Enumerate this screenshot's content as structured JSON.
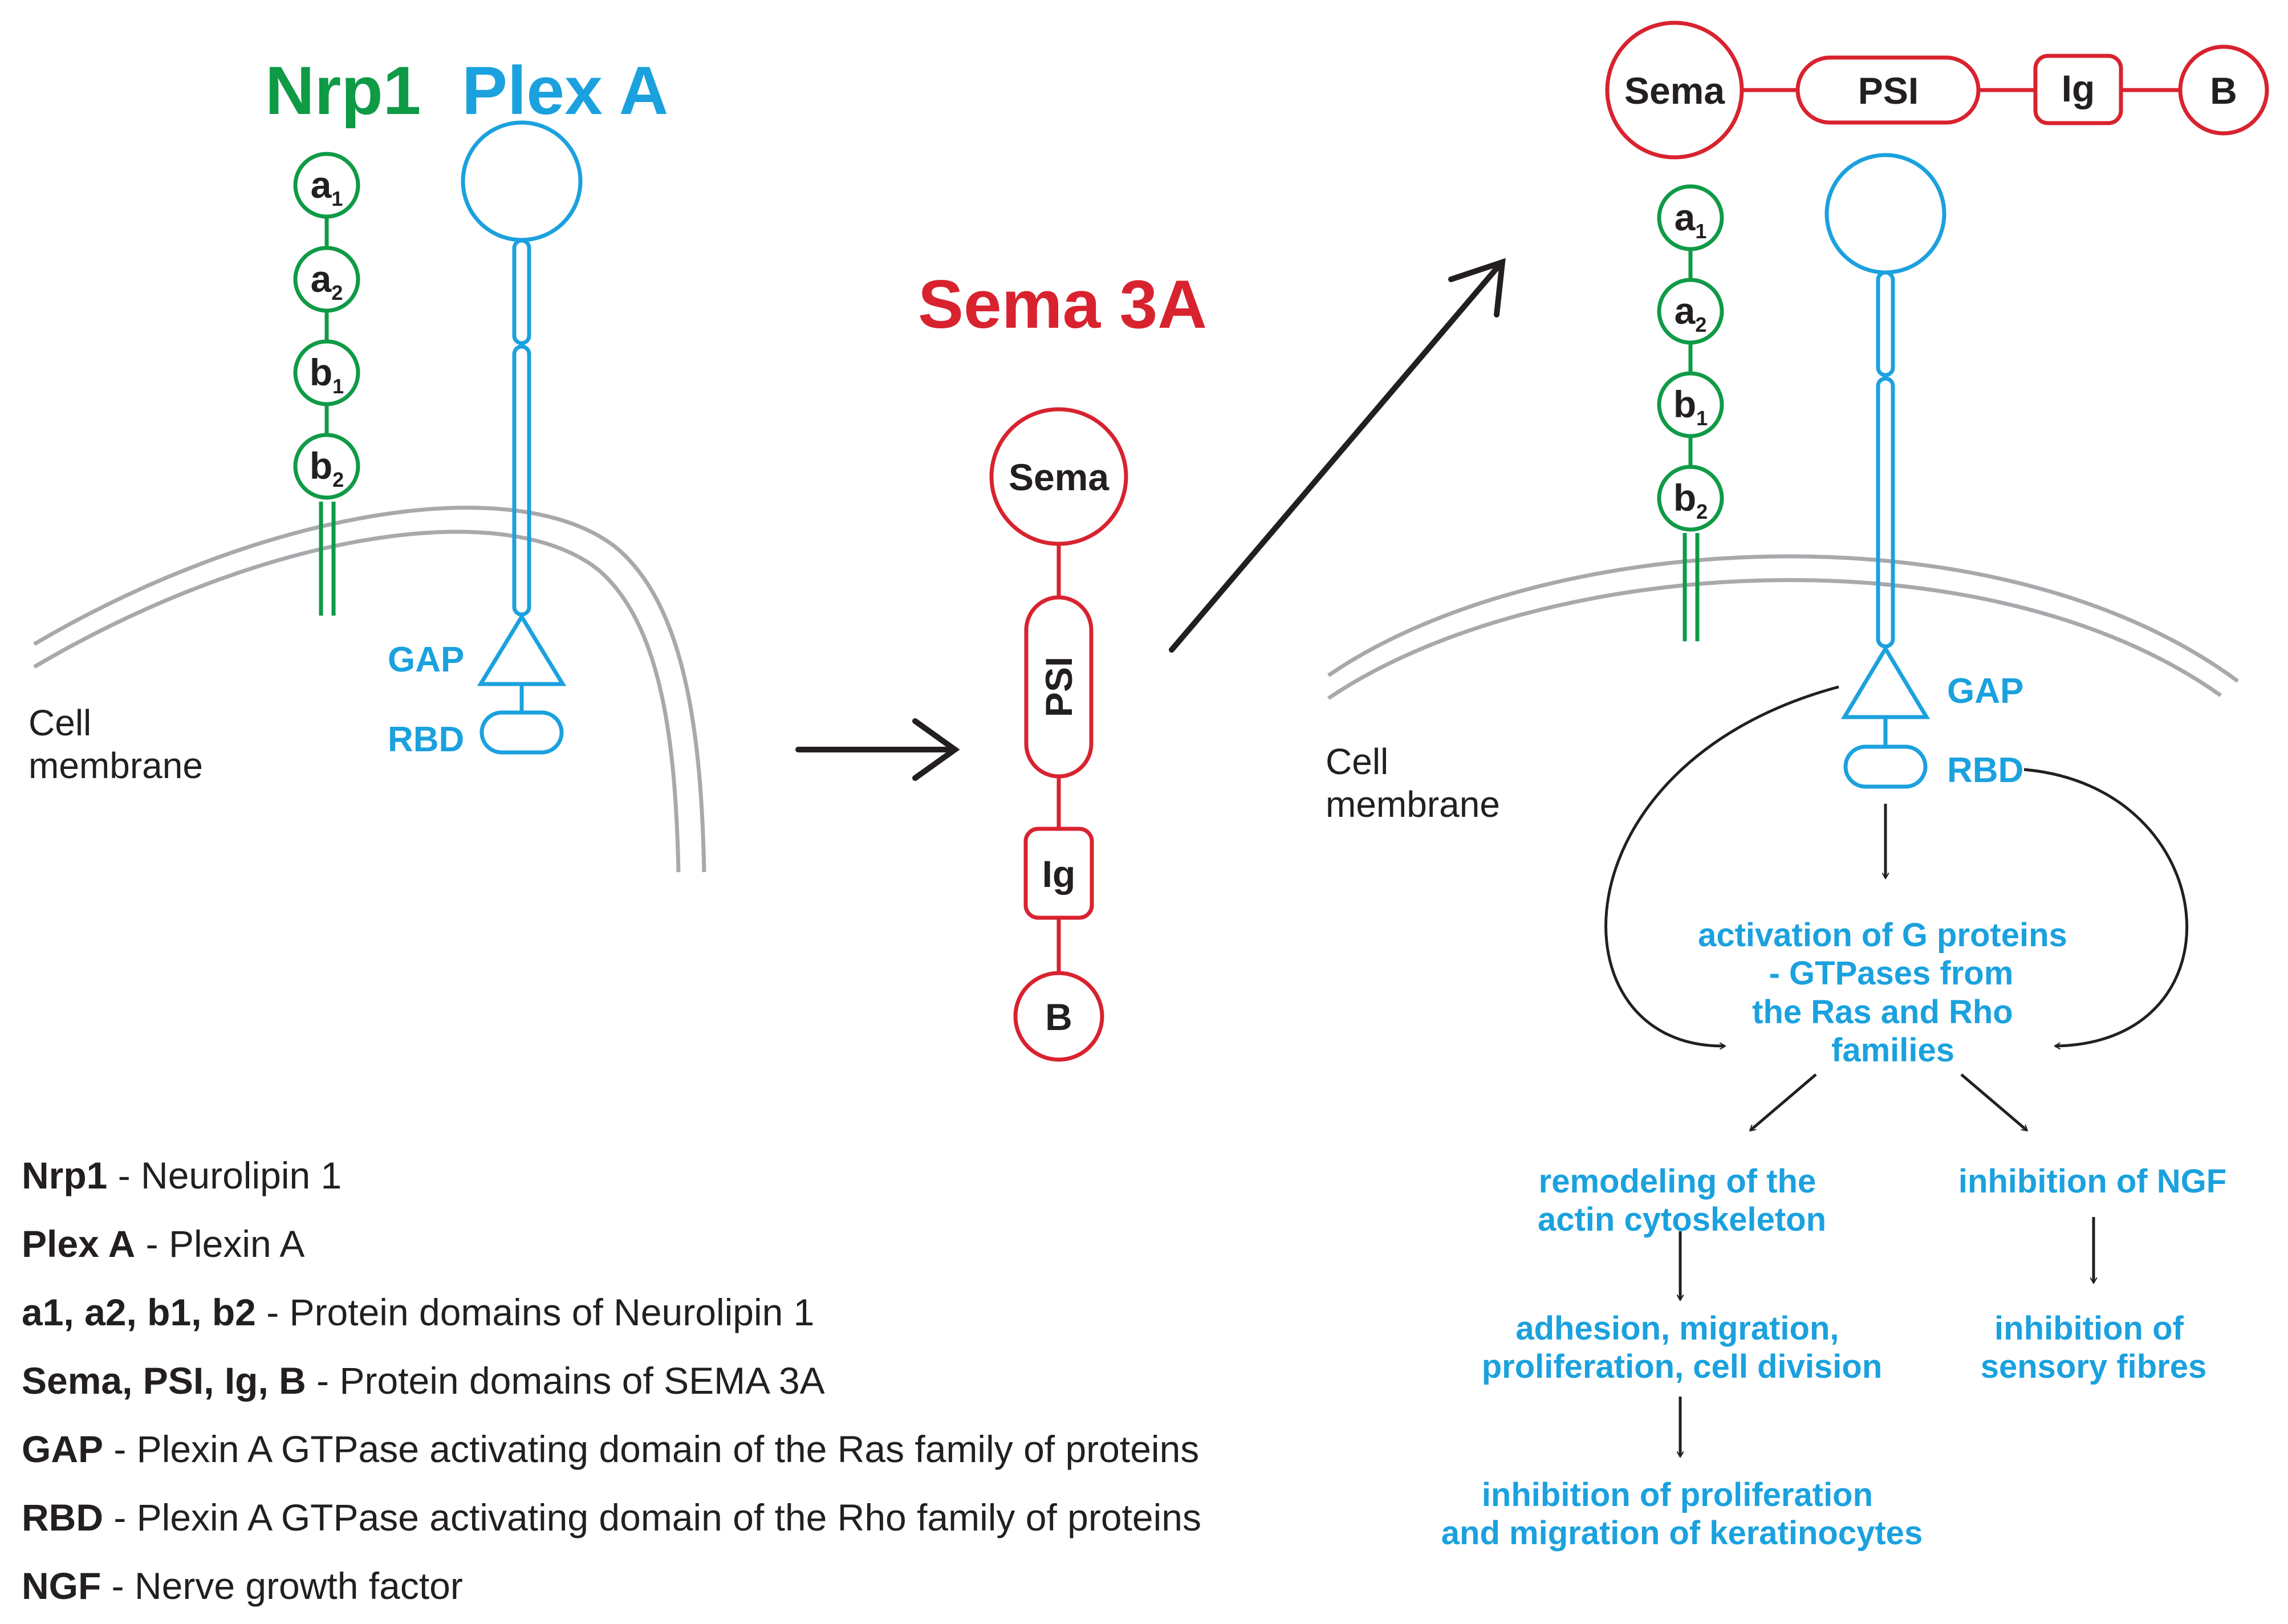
{
  "left_panel": {
    "nrp1_title": "Nrp1",
    "plexa_title": "Plex A",
    "domains": [
      {
        "base": "a",
        "sub": "1"
      },
      {
        "base": "a",
        "sub": "2"
      },
      {
        "base": "b",
        "sub": "1"
      },
      {
        "base": "b",
        "sub": "2"
      }
    ],
    "gap_label": "GAP",
    "rbd_label": "RBD",
    "membrane_line1": "Cell",
    "membrane_line2": "membrane"
  },
  "middle_panel": {
    "title": "Sema 3A",
    "sema_label": "Sema",
    "psi_label": "PSI",
    "ig_label": "Ig",
    "b_label": "B"
  },
  "right_panel": {
    "sema_label": "Sema",
    "psi_label": "PSI",
    "ig_label": "Ig",
    "b_label": "B",
    "domains": [
      {
        "base": "a",
        "sub": "1"
      },
      {
        "base": "a",
        "sub": "2"
      },
      {
        "base": "b",
        "sub": "1"
      },
      {
        "base": "b",
        "sub": "2"
      }
    ],
    "gap_label": "GAP",
    "rbd_label": "RBD",
    "membrane_line1": "Cell",
    "membrane_line2": "membrane",
    "flow": {
      "activation": [
        "activation of G proteins",
        "- GTPases from",
        "the Ras and Rho",
        "families"
      ],
      "remodeling": [
        "remodeling of the",
        "actin cytoskeleton"
      ],
      "adhesion": [
        "adhesion, migration,",
        "proliferation, cell division"
      ],
      "inhibition_prolif": [
        "inhibition of proliferation",
        "and migration of keratinocytes"
      ],
      "inhibition_ngf": "inhibition of NGF",
      "inhibition_sensory": [
        "inhibition of",
        "sensory fibres"
      ]
    }
  },
  "legend": [
    {
      "term": "Nrp1",
      "desc": " - Neurolipin 1"
    },
    {
      "term": "Plex A",
      "desc": " - Plexin A"
    },
    {
      "term": "a1, a2, b1, b2",
      "desc": " - Protein domains of Neurolipin 1"
    },
    {
      "term": "Sema, PSI, Ig, B",
      "desc": " -  Protein domains of SEMA 3A"
    },
    {
      "term": "GAP",
      "desc": " - Plexin A GTPase activating domain of the Ras family of proteins"
    },
    {
      "term": "RBD",
      "desc": " - Plexin A GTPase activating domain of the Rho family of proteins"
    },
    {
      "term": "NGF",
      "desc": " - Nerve growth factor"
    }
  ],
  "colors": {
    "nrp1": "#0f9a46",
    "plexin": "#1ba1de",
    "sema": "#d8232f",
    "membrane": "#a7a9ac",
    "arrow": "#231f20"
  }
}
